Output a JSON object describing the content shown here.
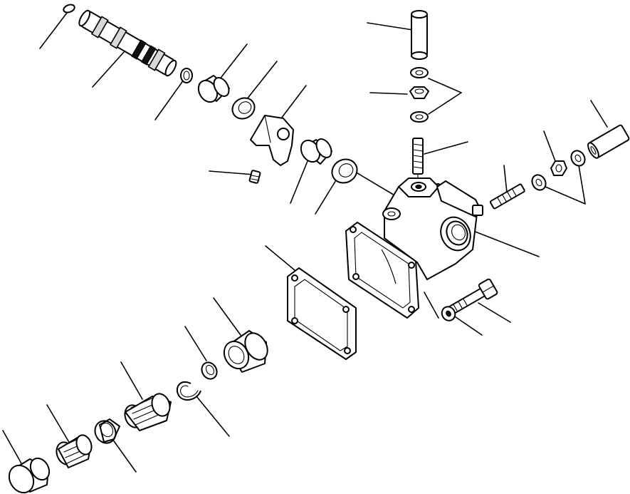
{
  "diagram": {
    "kind": "exploded-parts-view",
    "parts": [
      {
        "id": "o-ring-top-left",
        "icon": "o-ring-icon"
      },
      {
        "id": "valve-spool",
        "icon": "spool-icon"
      },
      {
        "id": "o-ring-small",
        "icon": "o-ring-icon"
      },
      {
        "id": "bushing-upper",
        "icon": "bushing-icon"
      },
      {
        "id": "seal-upper",
        "icon": "seal-icon"
      },
      {
        "id": "lever",
        "icon": "lever-icon"
      },
      {
        "id": "set-screw",
        "icon": "screw-icon"
      },
      {
        "id": "bushing-middle",
        "icon": "bushing-icon"
      },
      {
        "id": "seal-middle",
        "icon": "seal-icon"
      },
      {
        "id": "valve-housing",
        "icon": "housing-icon"
      },
      {
        "id": "cap-top",
        "icon": "cap-icon"
      },
      {
        "id": "washer-top",
        "icon": "washer-icon"
      },
      {
        "id": "nut-top",
        "icon": "nut-icon"
      },
      {
        "id": "washer-top-lower",
        "icon": "washer-icon"
      },
      {
        "id": "stud-vertical",
        "icon": "stud-icon"
      },
      {
        "id": "stud-right",
        "icon": "stud-icon"
      },
      {
        "id": "washer-right",
        "icon": "washer-icon"
      },
      {
        "id": "nut-right",
        "icon": "nut-icon"
      },
      {
        "id": "washer-right-outer",
        "icon": "washer-icon"
      },
      {
        "id": "cap-right",
        "icon": "cap-icon"
      },
      {
        "id": "gasket",
        "icon": "gasket-icon"
      },
      {
        "id": "bolt",
        "icon": "bolt-icon"
      },
      {
        "id": "washer-bolt",
        "icon": "washer-icon"
      },
      {
        "id": "piston",
        "icon": "piston-icon"
      },
      {
        "id": "ring",
        "icon": "ring-icon"
      },
      {
        "id": "snap-ring",
        "icon": "snap-ring-icon"
      },
      {
        "id": "spring-large",
        "icon": "spring-icon"
      },
      {
        "id": "spring-seat",
        "icon": "spring-seat-icon"
      },
      {
        "id": "spring-small",
        "icon": "spring-icon"
      },
      {
        "id": "end-cap",
        "icon": "cap-icon"
      }
    ]
  }
}
